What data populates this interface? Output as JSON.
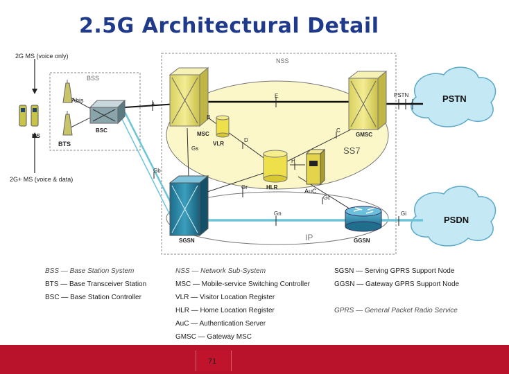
{
  "title": "2.5G Architectural Detail",
  "page_number": "71",
  "labels": {
    "ms2g": "2G MS (voice only)",
    "ms25g": "2G+ MS (voice & data)",
    "bss": "BSS",
    "nss": "NSS",
    "abis": "Abis",
    "ms": "MS",
    "bts": "BTS",
    "bsc": "BSC",
    "a": "A",
    "e": "E",
    "b": "B",
    "c": "C",
    "d": "D",
    "h": "H",
    "msc": "MSC",
    "vlr": "VLR",
    "gmsc": "GMSC",
    "ss7": "SS7",
    "gs": "Gs",
    "gb": "Gb",
    "gr": "Gr",
    "hlr": "HLR",
    "auc": "AuC",
    "gc": "Gc",
    "gn": "Gn",
    "gi": "Gi",
    "pstn_if": "PSTN",
    "pstn": "PSTN",
    "psdn": "PSDN",
    "ip": "IP",
    "sgsn": "SGSN",
    "ggsn": "GGSN"
  },
  "legend": {
    "col1": [
      {
        "text": "BSS — Base Station System",
        "italic": true
      },
      {
        "text": "BTS — Base Transceiver Station",
        "italic": false
      },
      {
        "text": "BSC — Base Station Controller",
        "italic": false
      }
    ],
    "col2": [
      {
        "text": "NSS — Network Sub-System",
        "italic": true
      },
      {
        "text": "MSC — Mobile-service Switching Controller",
        "italic": false
      },
      {
        "text": "VLR — Visitor Location Register",
        "italic": false
      },
      {
        "text": "HLR — Home Location Register",
        "italic": false
      },
      {
        "text": "AuC — Authentication Server",
        "italic": false
      },
      {
        "text": "GMSC — Gateway MSC",
        "italic": false
      }
    ],
    "col3": [
      {
        "text": "SGSN — Serving GPRS Support Node",
        "italic": false
      },
      {
        "text": "GGSN — Gateway GPRS Support Node",
        "italic": false
      },
      {
        "text": "GPRS — General Packet Radio Service",
        "italic": true
      }
    ]
  },
  "colors": {
    "title": "#1f3a8a",
    "switch": "#e8e07a",
    "sgsn": "#2a7f9e",
    "cloud": "#c5e8f5",
    "ss7_fill": "#fbf7c9",
    "footer": "#b8132a"
  }
}
